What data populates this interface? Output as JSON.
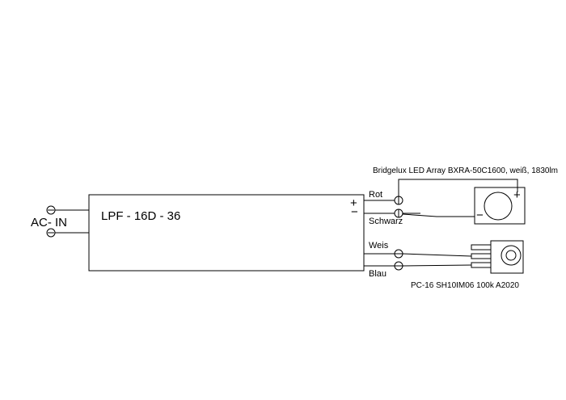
{
  "driver": {
    "label": "LPF - 16D - 36",
    "plus": "+",
    "minus": "−"
  },
  "input": {
    "label": "AC-  IN"
  },
  "wires": {
    "rot": "Rot",
    "schwarz": "Schwarz",
    "weis": "Weis",
    "blau": "Blau"
  },
  "led": {
    "label": "Bridgelux LED Array BXRA-50C1600, weiß, 1830lm",
    "plus": "+",
    "minus": "−"
  },
  "pot": {
    "label": "PC-16 SH10IM06 100k A2020"
  },
  "colors": {
    "line": "#000000",
    "background": "#ffffff"
  }
}
